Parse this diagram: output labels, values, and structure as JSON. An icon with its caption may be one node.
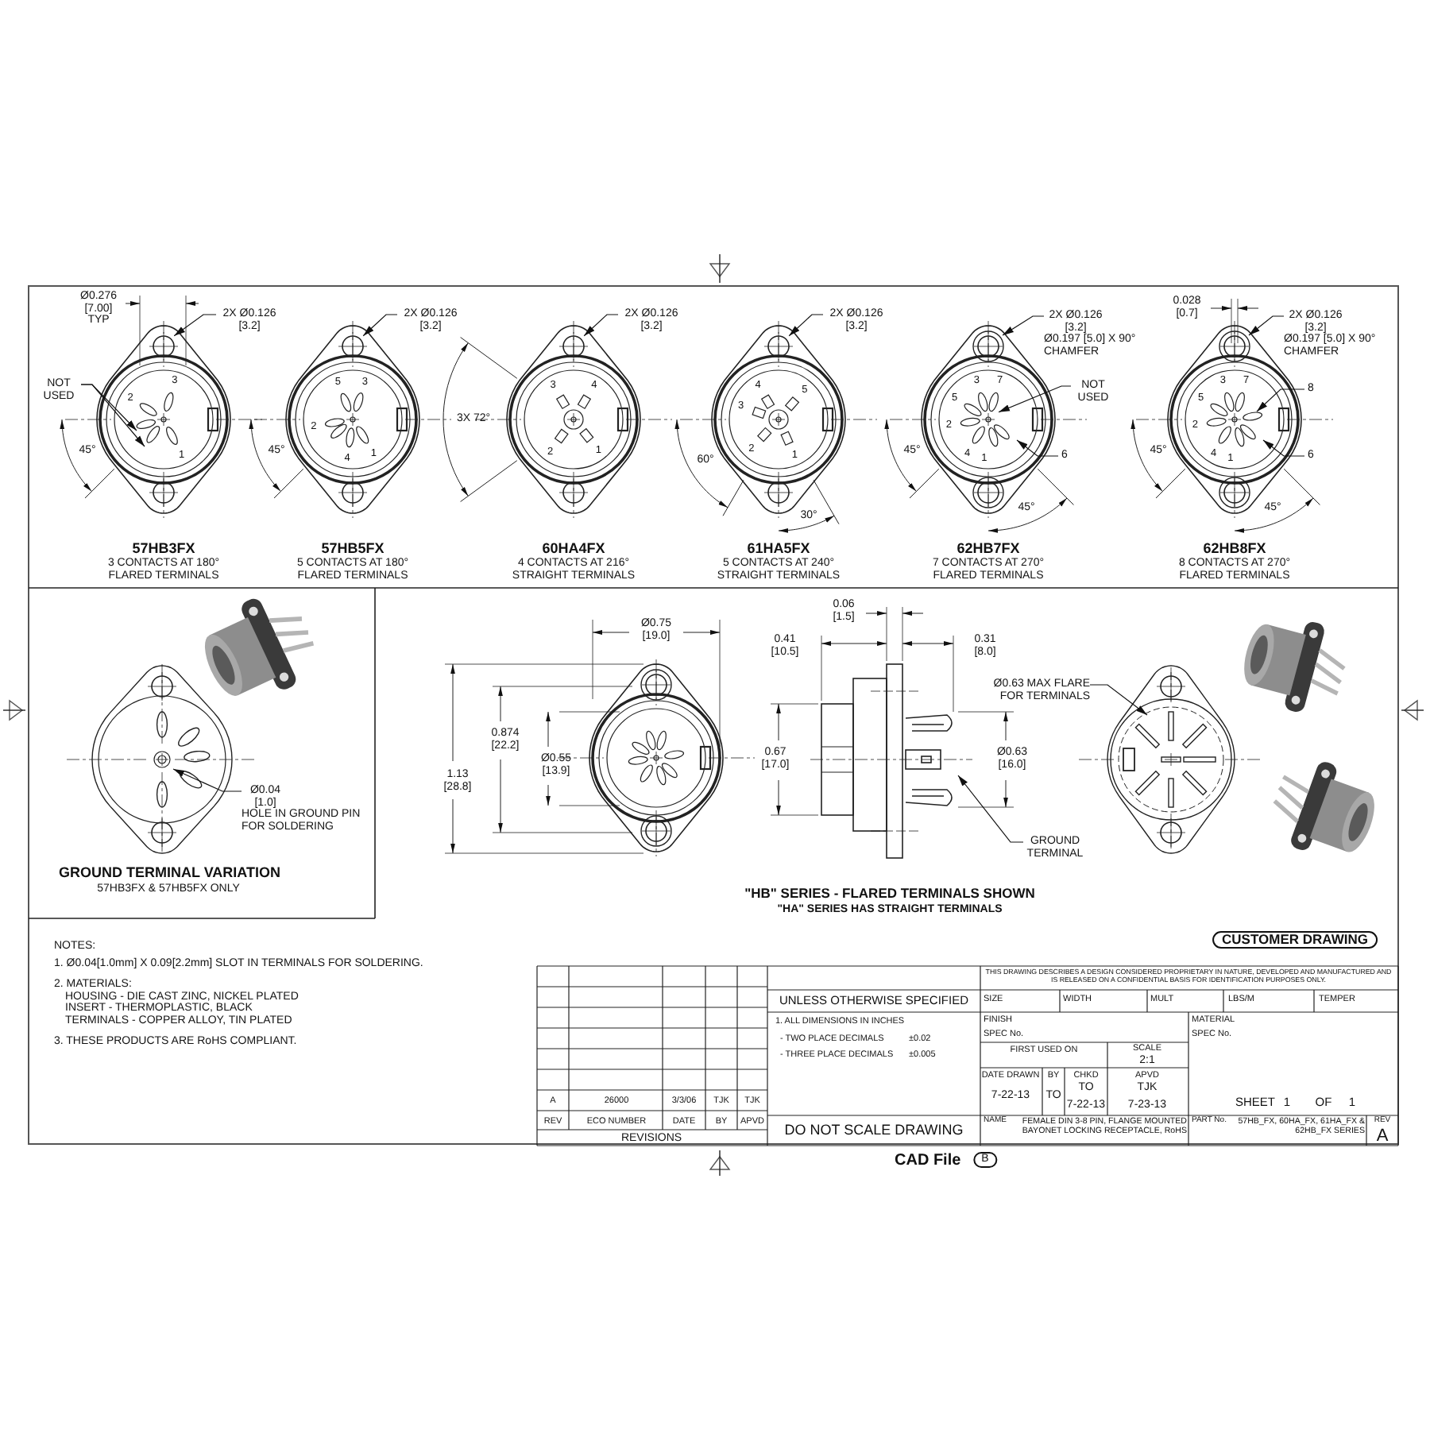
{
  "diagram": {
    "nodes": [
      {
        "text": [
          "2X Ø0.126 [3.2]"
        ]
      },
      {
        "text": [
          "NOT USED"
        ]
      },
      {
        "text": [
          "2X Ø0.126 [3.2]"
        ]
      },
      {
        "text": [
          "2X Ø0.126 [3.2]"
        ]
      },
      {
        "text": [
          "2X Ø0.126 [3.2]"
        ]
      },
      {
        "text": [
          "2X Ø0.126 [3.2]",
          "Ø0.197 [5.0] X 90° CHAMFER"
        ]
      },
      {
        "text": [
          "NOT USED"
        ]
      },
      {
        "text": [
          "6"
        ]
      },
      {
        "text": [
          "2X Ø0.126 [3.2]",
          "Ø0.197 [5.0] X 90° CHAMFER"
        ]
      },
      {
        "text": [
          "8"
        ]
      },
      {
        "text": [
          "6"
        ]
      },
      {
        "text": [
          "Ø0.04 [1.0]",
          "HOLE IN GROUND PIN FOR SOLDERING"
        ]
      },
      {
        "text": [
          "Ø0.63 MAX FLARE FOR TERMINALS"
        ]
      },
      {
        "text": [
          "GROUND TERMINAL"
        ]
      }
    ],
    "edges": [
      {
        "from": 0,
        "to": null,
        "arrow": "to"
      },
      {
        "from": 1,
        "to": null,
        "arrow": "to"
      },
      {
        "from": 1,
        "to": null,
        "arrow": "to"
      },
      {
        "from": 2,
        "to": null,
        "arrow": "to"
      },
      {
        "from": 3,
        "to": null,
        "arrow": "to"
      },
      {
        "from": 4,
        "to": null,
        "arrow": "to"
      },
      {
        "from": 5,
        "to": null,
        "arrow": "to"
      },
      {
        "from": 6,
        "to": null,
        "arrow": "to"
      },
      {
        "from": 7,
        "to": null,
        "arrow": "to"
      },
      {
        "from": 8,
        "to": null,
        "arrow": "to"
      },
      {
        "from": 9,
        "to": null,
        "arrow": "to"
      },
      {
        "from": 10,
        "to": null,
        "arrow": "to"
      },
      {
        "from": 11,
        "to": null,
        "arrow": "to"
      },
      {
        "from": 12,
        "to": null,
        "arrow": "to"
      },
      {
        "from": 13,
        "to": null,
        "arrow": "to"
      }
    ],
    "labels": [
      "Ø0.276 [7.00] TYP",
      "45°",
      "3",
      "2",
      "1",
      "57HB3FX",
      "3 CONTACTS AT 180° FLARED TERMINALS",
      "45°",
      "5",
      "3",
      "2",
      "4",
      "1",
      "57HB5FX",
      "5 CONTACTS AT 180° FLARED TERMINALS",
      "3X 72°",
      "3",
      "4",
      "2",
      "1",
      "60HA4FX",
      "4 CONTACTS AT 216° STRAIGHT TERMINALS",
      "60°",
      "4",
      "5",
      "3",
      "2",
      "1",
      "30°",
      "61HA5FX",
      "5 CONTACTS AT 240° STRAIGHT TERMINALS",
      "45°",
      "3",
      "7",
      "5",
      "2",
      "4",
      "1",
      "45°",
      "62HB7FX",
      "7 CONTACTS AT 270° FLARED TERMINALS",
      "0.028 [0.7]",
      "45°",
      "3",
      "7",
      "5",
      "2",
      "4",
      "1",
      "45°",
      "62HB8FX",
      "8 CONTACTS AT 270° FLARED TERMINALS",
      "GROUND TERMINAL VARIATION",
      "57HB3FX & 57HB5FX ONLY",
      "Ø0.75 [19.0]",
      "0.874 [22.2]",
      "Ø0.55 [13.9]",
      "1.13 [28.8]",
      "0.06 [1.5]",
      "0.41 [10.5]",
      "0.31 [8.0]",
      "0.67 [17.0]",
      "Ø0.63 [16.0]",
      "\"HB\" SERIES - FLARED TERMINALS SHOWN",
      "\"HA\" SERIES HAS STRAIGHT TERMINALS",
      "NOTES:",
      "CUSTOMER DRAWING",
      "1. Ø0.04[1.0mm] X 0.09[2.2mm] SLOT IN TERMINALS FOR SOLDERING.",
      "2. MATERIALS:",
      "HOUSING - DIE CAST ZINC, NICKEL PLATED",
      "INSERT - THERMOPLASTIC, BLACK",
      "TERMINALS - COPPER ALLOY, TIN PLATED",
      "3. THESE PRODUCTS ARE RoHS COMPLIANT.",
      "A",
      "26000",
      "3/3/06",
      "TJK",
      "TJK",
      "REV",
      "ECO NUMBER",
      "DATE",
      "BY",
      "APVD",
      "REVISIONS",
      "UNLESS OTHERWISE SPECIFIED",
      "1. ALL DIMENSIONS IN INCHES",
      "- TWO PLACE DECIMALS",
      "±0.02",
      "- THREE PLACE DECIMALS",
      "±0.005",
      "DO NOT SCALE DRAWING",
      "THIS DRAWING DESCRIBES A DESIGN CONSIDERED PROPRIETARY IN NATURE, DEVELOPED AND MANUFACTURED AND IS RELEASED ON A CONFIDENTIAL BASIS FOR IDENTIFICATION PURPOSES ONLY.",
      "SIZE",
      "WIDTH",
      "MULT",
      "LBS/M",
      "TEMPER",
      "FINISH",
      "SPEC No.",
      "MATERIAL",
      "SPEC No.",
      "FIRST USED ON",
      "SCALE",
      "2:1",
      "DATE DRAWN",
      "BY",
      "CHKD",
      "APVD",
      "7-22-13",
      "TO",
      "TO",
      "TJK",
      "7-22-13",
      "7-23-13",
      "SHEET",
      "1",
      "OF",
      "1",
      "NAME",
      "FEMALE DIN 3-8 PIN, FLANGE MOUNTED BAYONET LOCKING RECEPTACLE, RoHS",
      "PART No.",
      "57HB_FX, 60HA_FX, 61HA_FX & 62HB_FX SERIES",
      "REV",
      "A",
      "CAD File",
      "B"
    ]
  }
}
